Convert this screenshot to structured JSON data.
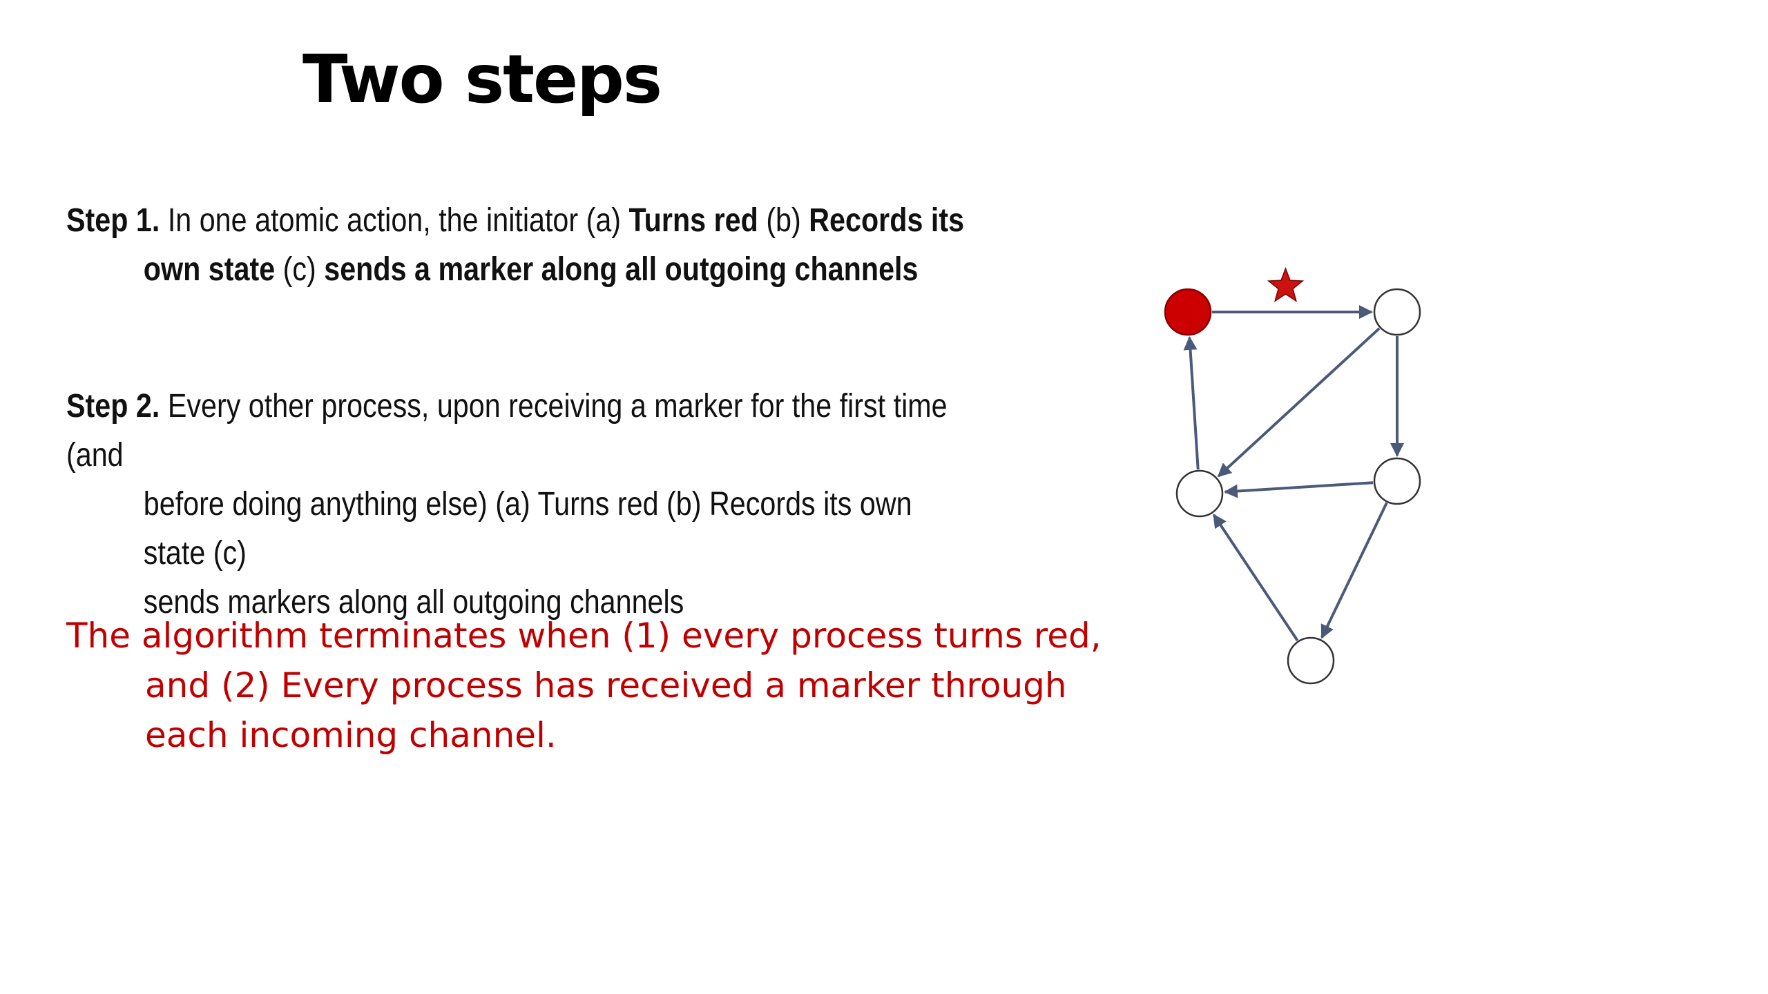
{
  "title": "Two steps",
  "step1": {
    "label": "Step 1.",
    "t1": " In one atomic action, the initiator (a) ",
    "b1": "Turns red",
    "t2": " (b) ",
    "b2": "Records its",
    "b3": "own state",
    "t3": " (c) ",
    "b4": "sends a marker along all outgoing channels"
  },
  "step2": {
    "label": "Step 2.",
    "line1": " Every other process, upon receiving a marker for the first time (and",
    "line2": "before doing anything else) (a) Turns red (b) Records its own state (c)",
    "line3": "sends markers along all outgoing channels"
  },
  "conclusion": {
    "line1": "The algorithm terminates when (1) every process turns red,",
    "line2": "and (2) Every process has received a marker through",
    "line3": "each incoming channel."
  },
  "colors": {
    "initiator_fill": "#cc0000",
    "node_fill": "#ffffff",
    "edge": "#4a5a78",
    "marker_star": "#cc1111",
    "conclusion_text": "#c00000"
  },
  "diagram": {
    "nodes": [
      {
        "id": "initiator",
        "state": "red"
      },
      {
        "id": "top-right",
        "state": "white"
      },
      {
        "id": "middle-left",
        "state": "white"
      },
      {
        "id": "middle-right",
        "state": "white"
      },
      {
        "id": "bottom",
        "state": "white"
      }
    ],
    "edges": [
      {
        "from": "initiator",
        "to": "top-right",
        "marker": true
      },
      {
        "from": "top-right",
        "to": "middle-left"
      },
      {
        "from": "top-right",
        "to": "middle-right"
      },
      {
        "from": "middle-left",
        "to": "initiator"
      },
      {
        "from": "middle-right",
        "to": "middle-left"
      },
      {
        "from": "middle-right",
        "to": "bottom"
      },
      {
        "from": "bottom",
        "to": "middle-left"
      }
    ],
    "marker_icon": "star-icon"
  }
}
